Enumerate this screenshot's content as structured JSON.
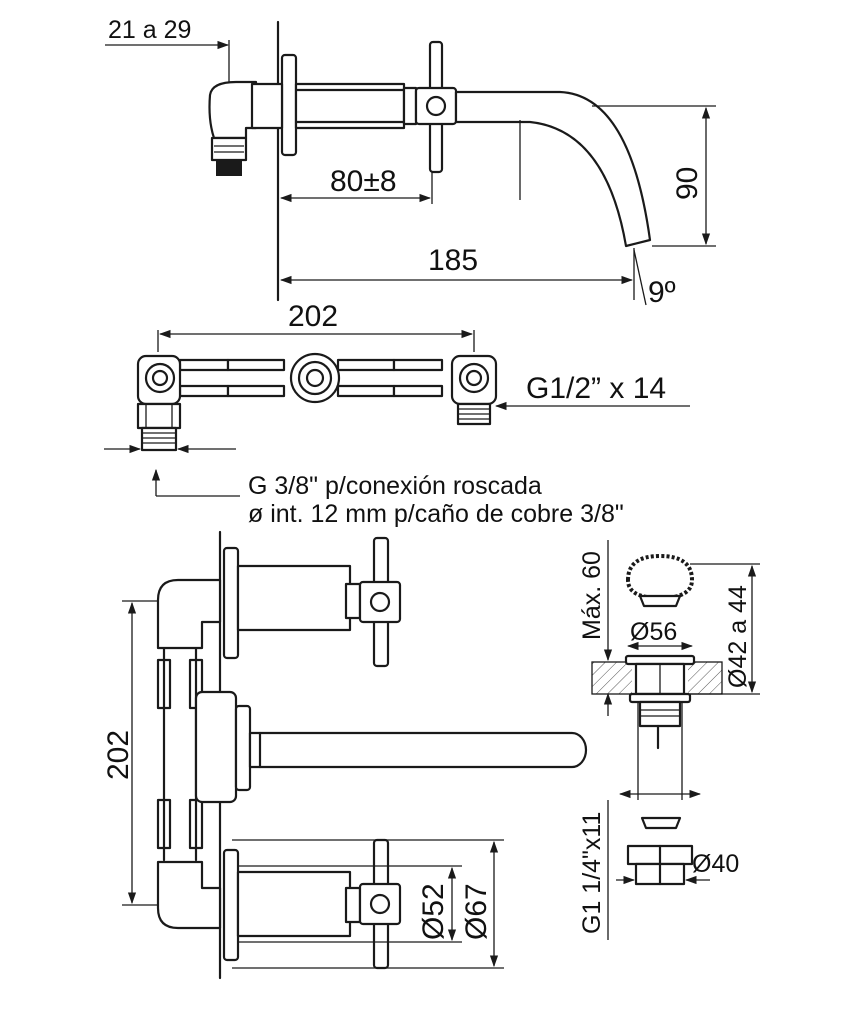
{
  "dimensions": {
    "top_view": {
      "thread_range": "21 a 29",
      "depth": "80±8",
      "spout_length": "185",
      "spout_height": "90",
      "spout_angle": "9º"
    },
    "frame_view": {
      "width": "202",
      "inlet_thread": "G1/2” x 14",
      "note_line1": "G 3/8\" p/conexión roscada",
      "note_line2": "ø int. 12 mm p/caño de cobre 3/8\""
    },
    "front_view": {
      "height": "202",
      "diameter_small": "Ø52",
      "diameter_large": "Ø67"
    },
    "drain_view": {
      "max_height": "Máx. 60",
      "top_diameter": "Ø56",
      "hole_range": "Ø42 a 44",
      "thread": "G1 1/4\"x11",
      "nut_diameter": "Ø40"
    }
  }
}
